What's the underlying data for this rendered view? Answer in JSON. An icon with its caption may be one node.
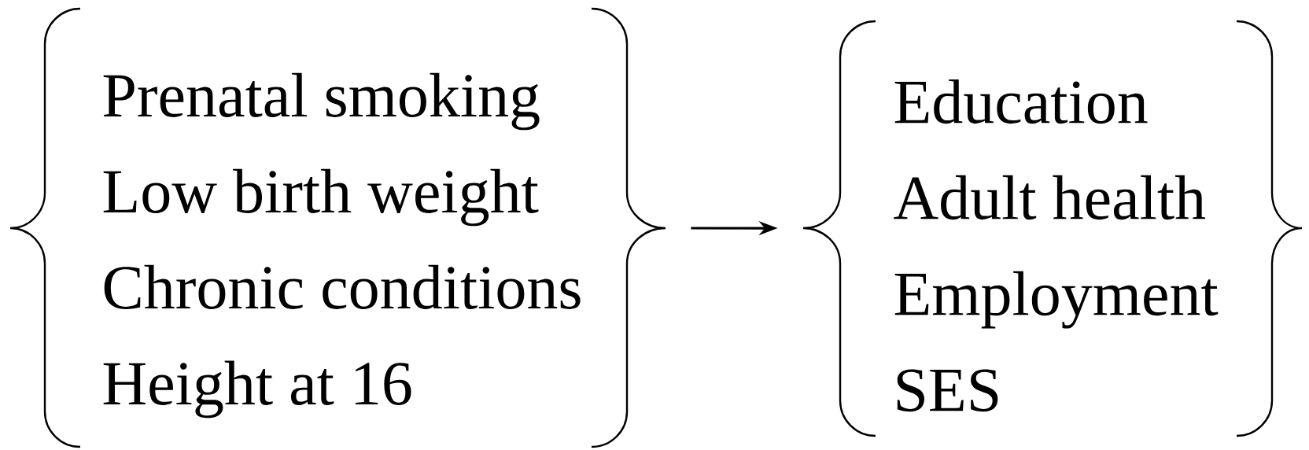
{
  "diagram": {
    "nodes": [
      {
        "text": [
          "Prenatal smoking",
          "Low birth weight",
          "Chronic conditions",
          "Height at 16"
        ]
      },
      {
        "text": [
          "Education",
          "Adult health",
          "Employment",
          "SES"
        ]
      }
    ],
    "edges": [
      {
        "from": 0,
        "to": 1,
        "arrow": "to"
      }
    ]
  }
}
